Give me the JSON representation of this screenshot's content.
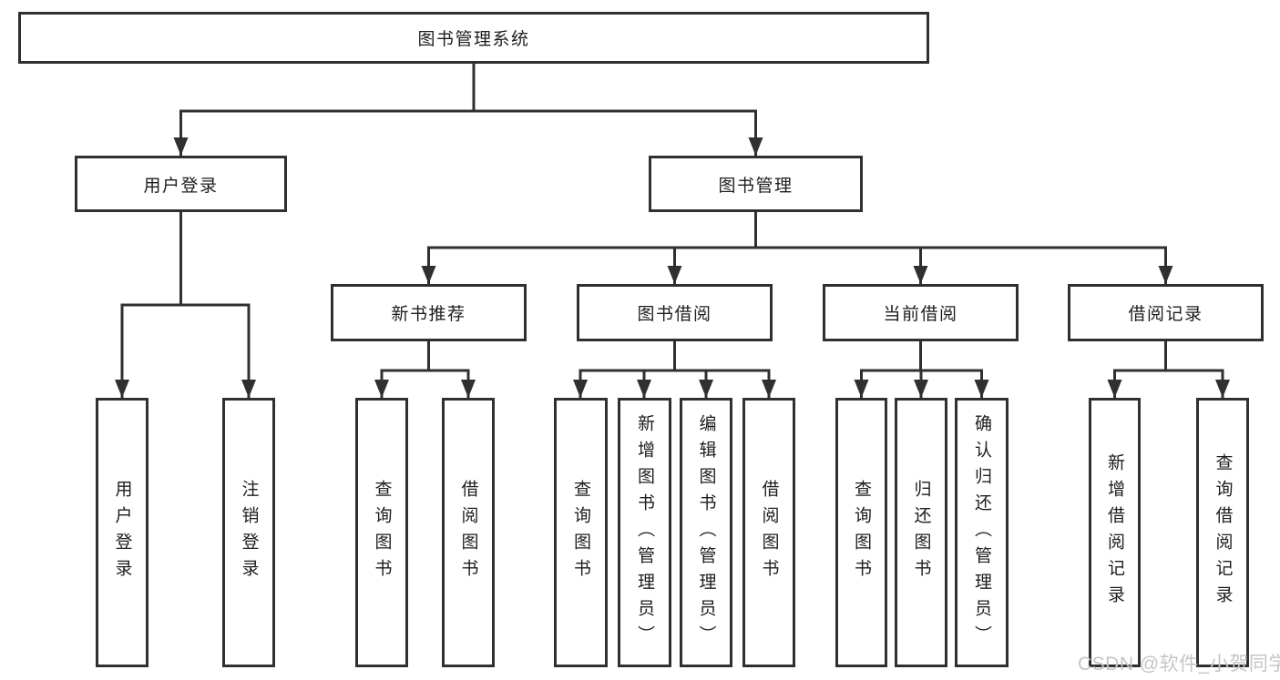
{
  "diagram": {
    "type": "hierarchy-tree",
    "tree": {
      "label": "图书管理系统",
      "children": [
        {
          "label": "用户登录",
          "children": [
            {
              "label": "用户登录"
            },
            {
              "label": "注销登录"
            }
          ]
        },
        {
          "label": "图书管理",
          "children": [
            {
              "label": "新书推荐",
              "children": [
                {
                  "label": "查询图书"
                },
                {
                  "label": "借阅图书"
                }
              ]
            },
            {
              "label": "图书借阅",
              "children": [
                {
                  "label": "查询图书"
                },
                {
                  "label": "新增图书（管理员）"
                },
                {
                  "label": "编辑图书（管理员）"
                },
                {
                  "label": "借阅图书"
                }
              ]
            },
            {
              "label": "当前借阅",
              "children": [
                {
                  "label": "查询图书"
                },
                {
                  "label": "归还图书"
                },
                {
                  "label": "确认归还（管理员）"
                }
              ]
            },
            {
              "label": "借阅记录",
              "children": [
                {
                  "label": "新增借阅记录"
                },
                {
                  "label": "查询借阅记录"
                }
              ]
            }
          ]
        }
      ]
    },
    "watermark": {
      "text": "CSDN @软件_小贺同学"
    },
    "colors": {
      "line": "#303030",
      "text": "#1d1d1d",
      "watermark": "#c7c4c4",
      "background": "#ffffff"
    }
  }
}
